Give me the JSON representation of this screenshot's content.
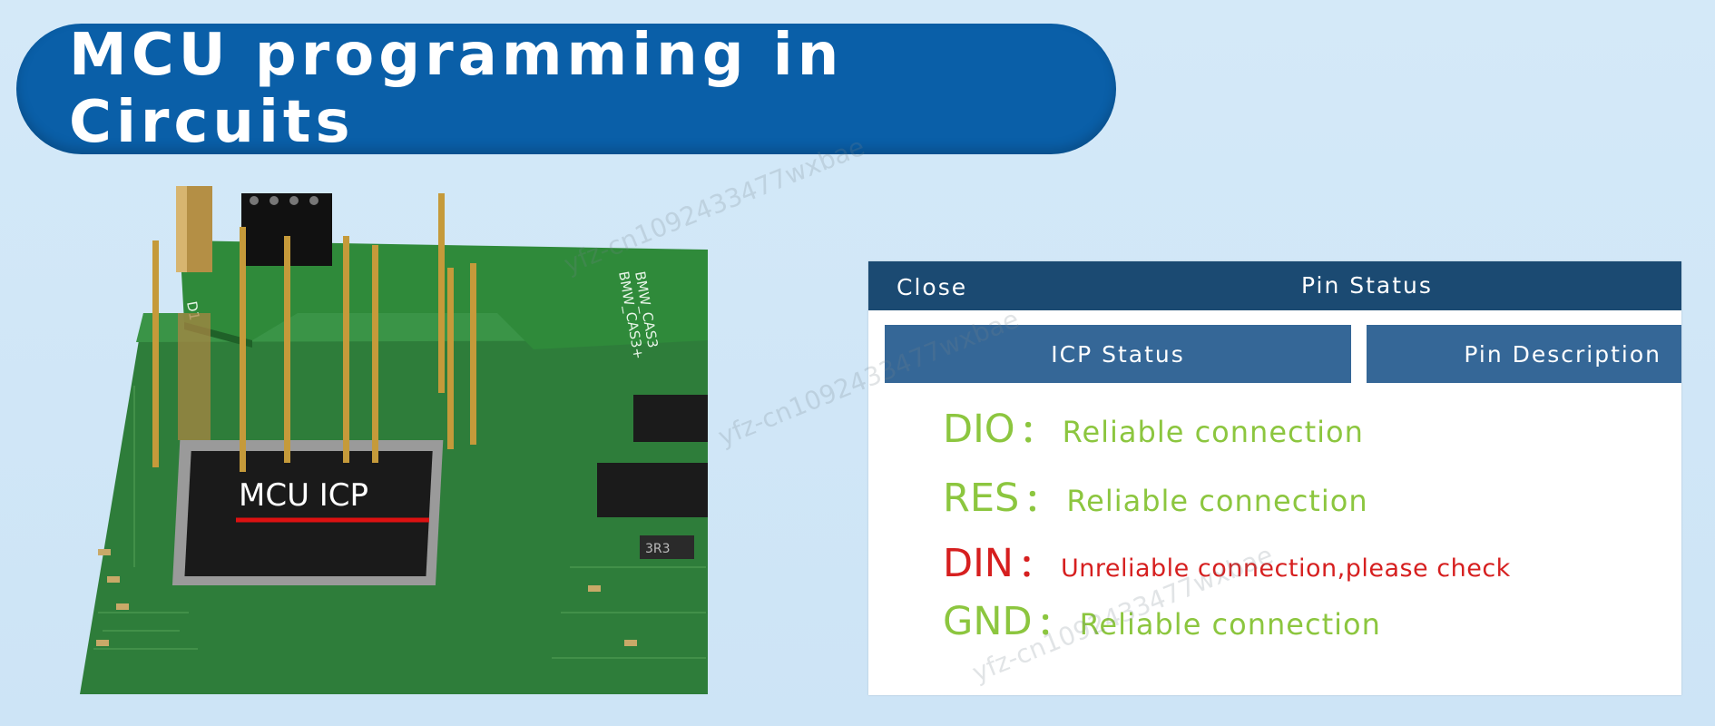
{
  "title": "MCU programming in Circuits",
  "pcb": {
    "chip_label": "MCU  ICP",
    "board_text_1": "BMW_CAS3",
    "board_text_2": "BMW_CAS3+",
    "pin_label": "D1",
    "component_label": "3R3"
  },
  "panel": {
    "close_label": "Close",
    "header_title": "Pin Status",
    "tabs": [
      {
        "label": "ICP Status"
      },
      {
        "label": "Pin Description"
      }
    ],
    "rows": [
      {
        "pin": "DIO",
        "status": "Reliable connection"
      },
      {
        "pin": "RES",
        "status": "Reliable connection"
      },
      {
        "pin": "DIN",
        "status": "Unreliable connection,please check"
      },
      {
        "pin": "GND",
        "status": "Reliable connection"
      }
    ]
  },
  "colors": {
    "title_bg": "#0a5fa8",
    "header_bg": "#1b4a72",
    "tab_bg": "#356797",
    "ok": "#8cc63f",
    "error": "#d61f1f"
  },
  "watermark_text": "yfz-cn1092433477wxbae"
}
